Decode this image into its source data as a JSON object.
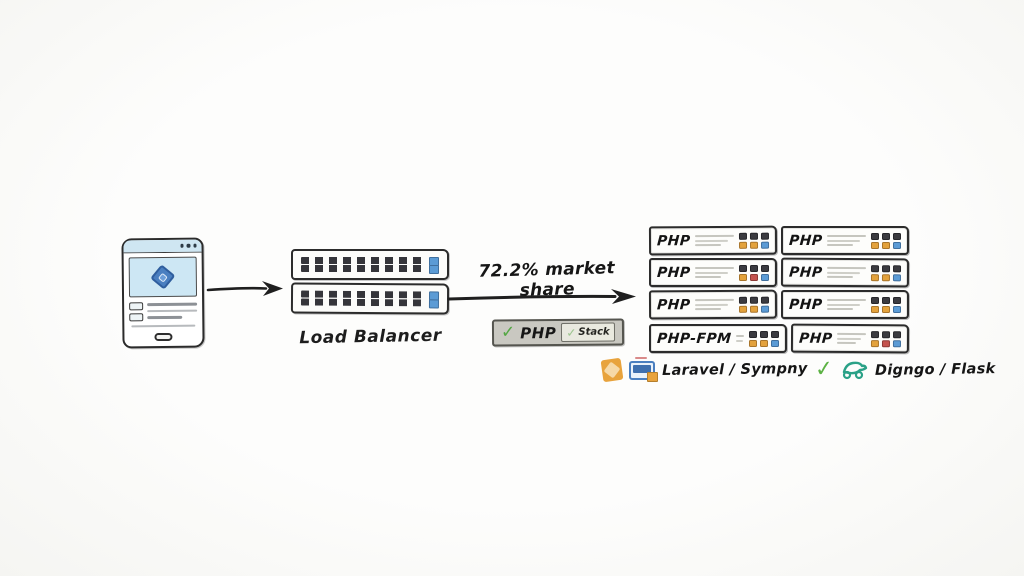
{
  "client": {
    "description": "mobile-client-device"
  },
  "load_balancer": {
    "label": "Load Balancer",
    "units": 2
  },
  "flow": {
    "market_share_label": "72.2% market share",
    "badge": {
      "check": "✓",
      "primary": "PHP",
      "faint_check": "✓",
      "secondary": "Stack"
    }
  },
  "servers": {
    "rows": [
      {
        "left": "PHP",
        "right": "PHP"
      },
      {
        "left": "PHP",
        "right": "PHP"
      },
      {
        "left": "PHP",
        "right": "PHP"
      },
      {
        "left": "PHP-FPM",
        "right": "PHP"
      }
    ]
  },
  "frameworks": {
    "php_label": "Laravel / Sympny",
    "check": "✓",
    "python_label": "Digngo / Flask"
  },
  "colors": {
    "accent_blue": "#4a7fc0",
    "screen_blue": "#cde7f4",
    "check_green": "#5cb244",
    "led_orange": "#e3a23c",
    "led_blue": "#5b9bd5",
    "led_red": "#c4534e",
    "badge_gray": "#c9c8c1",
    "laravel_orange": "#e8a33d",
    "pony_teal": "#2aa187"
  }
}
